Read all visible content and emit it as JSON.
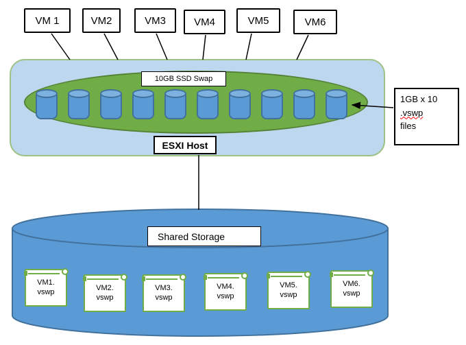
{
  "vms": [
    {
      "label": "VM 1"
    },
    {
      "label": "VM2"
    },
    {
      "label": "VM3"
    },
    {
      "label": "VM4"
    },
    {
      "label": "VM5"
    },
    {
      "label": "VM6"
    }
  ],
  "host": {
    "swap_label": "10GB SSD Swap",
    "label": "ESXI Host",
    "drum_count": 10
  },
  "callout": {
    "line1": "1GB x 10",
    "line2": ".vswp",
    "line3": "files"
  },
  "storage": {
    "label": "Shared Storage",
    "files": [
      {
        "line1": "VM1.",
        "line2": "vswp"
      },
      {
        "line1": "VM2.",
        "line2": "vswp"
      },
      {
        "line1": "VM3.",
        "line2": "vswp"
      },
      {
        "line1": "VM4.",
        "line2": "vswp"
      },
      {
        "line1": "VM5.",
        "line2": "vswp"
      },
      {
        "line1": "VM6.",
        "line2": "vswp"
      }
    ]
  },
  "colors": {
    "host_fill": "#bdd7ee",
    "host_border": "#9dc284",
    "swap_fill": "#70ad47",
    "swap_border": "#548235",
    "drum_fill": "#5b9bd5",
    "drum_border": "#41719c",
    "storage_fill": "#5b9bd5",
    "storage_border": "#41719c",
    "scroll_border": "#70ad47",
    "connector": "#000000",
    "misspell_underline": "#ff0000"
  }
}
